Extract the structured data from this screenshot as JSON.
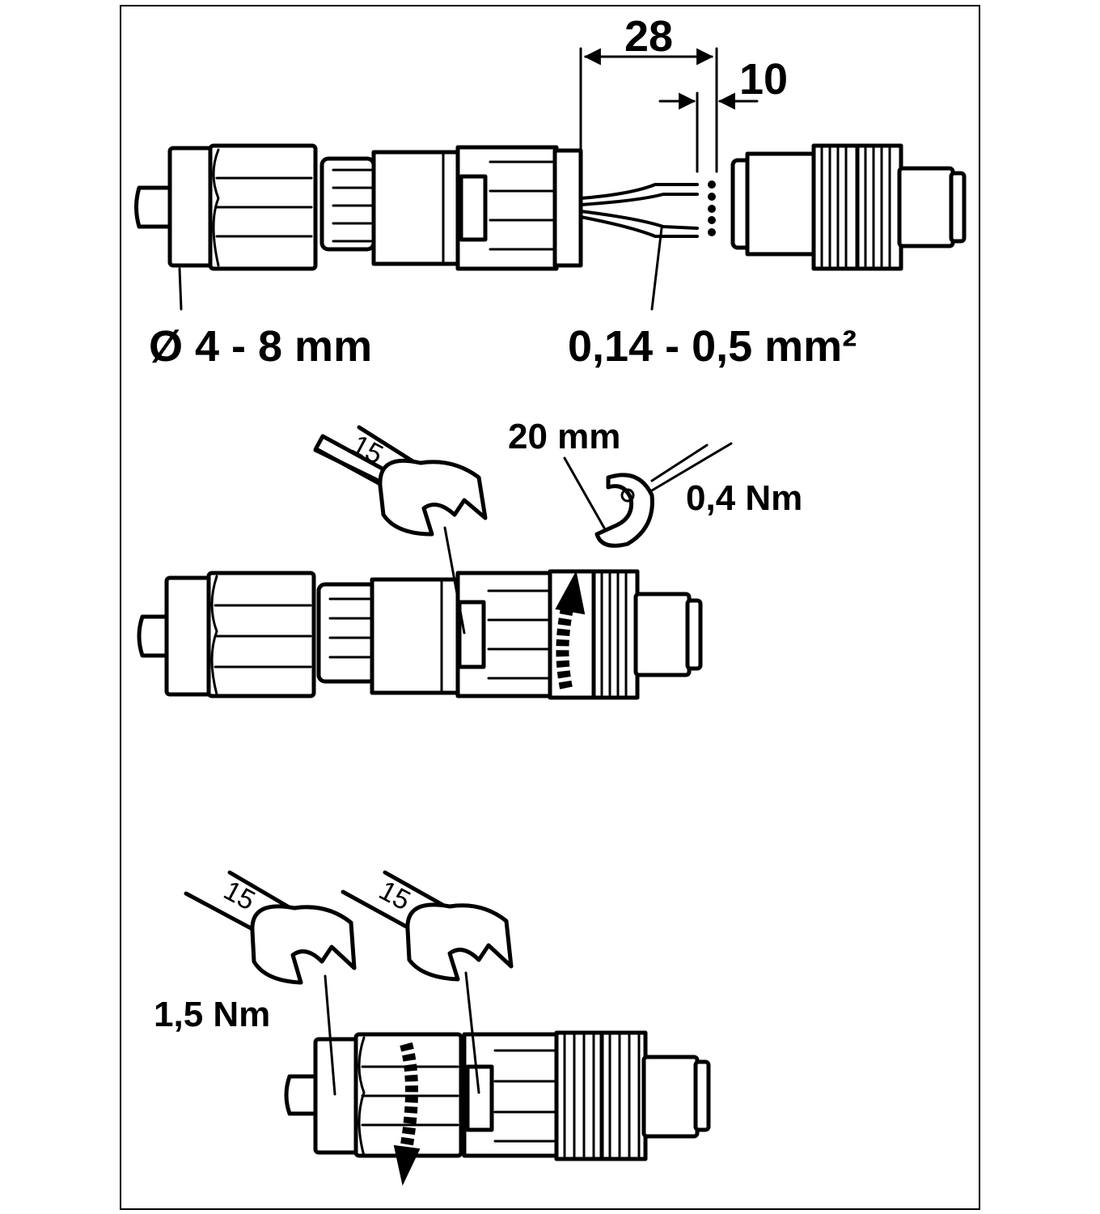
{
  "step1": {
    "dim_total": "28",
    "dim_strip": "10",
    "cable_diameter": "Ø 4 - 8 mm",
    "wire_cross_section": "0,14 - 0,5 mm²"
  },
  "step2": {
    "wrench_size": "15",
    "tool_length": "20 mm",
    "torque": "0,4 Nm"
  },
  "step3": {
    "wrench_left_size": "15",
    "wrench_right_size": "15",
    "torque": "1,5 Nm"
  }
}
